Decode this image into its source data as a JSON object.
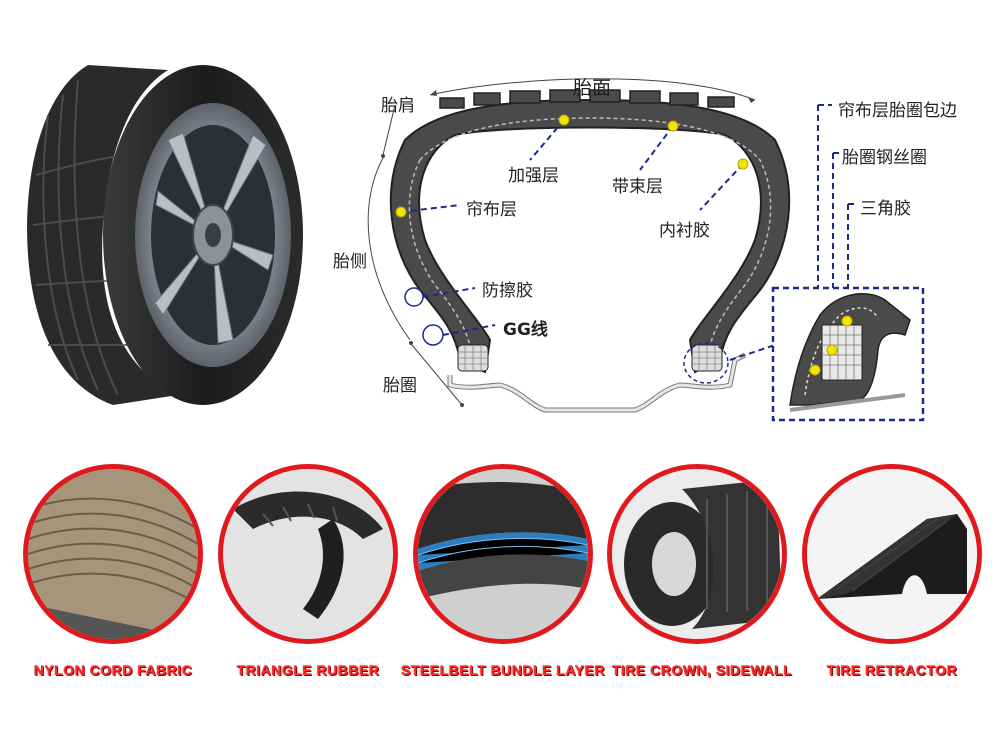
{
  "diagram": {
    "labels": {
      "tread": "胎面",
      "shoulder": "胎肩",
      "sidewall": "胎侧",
      "bead": "胎圈",
      "reinforcement": "加强层",
      "belt": "带束层",
      "ply": "帘布层",
      "inner_liner": "内衬胶",
      "chafer": "防擦胶",
      "gg_line": "GG线",
      "ply_turnup": "帘布层胎圈包边",
      "bead_wire": "胎圈钢丝圈",
      "apex": "三角胶"
    }
  },
  "materials": [
    {
      "caption": "NYLON CORD FABRIC"
    },
    {
      "caption": "TRIANGLE RUBBER"
    },
    {
      "caption": "STEELBELT BUNDLE LAYER"
    },
    {
      "caption": "TIRE CROWN, SIDEWALL"
    },
    {
      "caption": "TIRE RETRACTOR"
    }
  ],
  "colors": {
    "ring": "#e0191f",
    "caption": "#ff2a2a",
    "leader": "#1e2a8a",
    "dot": "#f2e600"
  }
}
